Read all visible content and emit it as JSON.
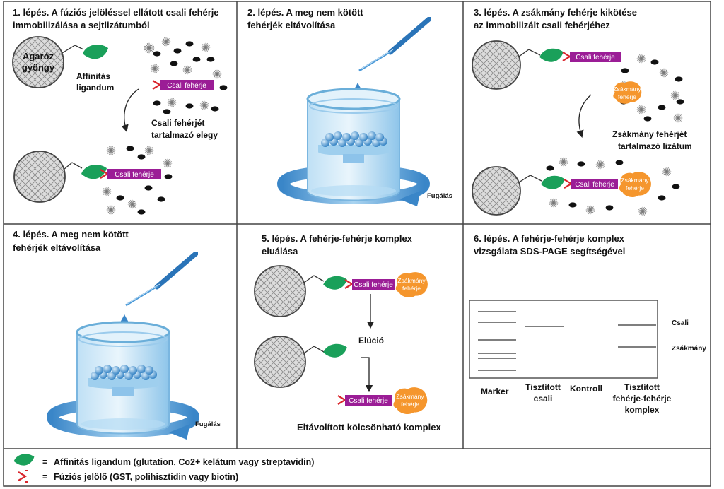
{
  "steps": {
    "s1": {
      "line1": "1. lépés. A fúziós jelöléssel ellátott csali fehérje",
      "line2": "immobilizálása a sejtlizátumból"
    },
    "s2": {
      "line1": "2. lépés. A meg nem kötött",
      "line2": "fehérjék eltávolítása"
    },
    "s3": {
      "line1": "3. lépés. A zsákmány fehérje kikötése",
      "line2": "az immobilizált csali fehérjéhez"
    },
    "s4": {
      "line1": "4. lépés. A meg nem kötött",
      "line2": "fehérjék eltávolítása"
    },
    "s5": {
      "line1": "5. lépés. A fehérje-fehérje komplex",
      "line2": "eluálása"
    },
    "s6": {
      "line1": "6. lépés. A fehérje-fehérje komplex",
      "line2": "vizsgálata SDS-PAGE segítségével"
    }
  },
  "labels": {
    "bead_line1": "Agaróz",
    "bead_line2": "gyöngy",
    "ligand_line1": "Affinitás",
    "ligand_line2": "ligandum",
    "bait_mix_line1": "Csali fehérjét",
    "bait_mix_line2": "tartalmazó elegy",
    "bait": "Csali fehérje",
    "prey_line1": "Zsákmány",
    "prey_line2": "fehérje",
    "prey_lysate_line1": "Zsákmány fehérjét",
    "prey_lysate_line2": "tartalmazó lizátum",
    "spin": "Fugálás",
    "elution": "Elúció",
    "removed_complex": "Eltávolított kölcsönható komplex",
    "gel_bait": "Csali",
    "gel_prey": "Zsákmány",
    "lane_marker": "Marker",
    "lane_purified_line1": "Tisztított",
    "lane_purified_line2": "csali",
    "lane_control": "Kontroll",
    "lane_complex_line1": "Tisztított",
    "lane_complex_line2": "fehérje-fehérje",
    "lane_complex_line3": "komplex"
  },
  "legend": {
    "ligand": "Affinitás ligandum (glutation, Co2+ kelátum vagy streptavidin)",
    "tag": "Fúziós jelölő (GST, polihisztidin vagy biotin)",
    "equals": "="
  },
  "colors": {
    "ligand_green": "#1aa05a",
    "bait_purple": "#9b1d96",
    "tag_red": "#d9262c",
    "prey_orange": "#f5962d",
    "beaker_blue": "#5aa7dc",
    "bead_blue": "#3d8fd0",
    "border": "#444444"
  }
}
